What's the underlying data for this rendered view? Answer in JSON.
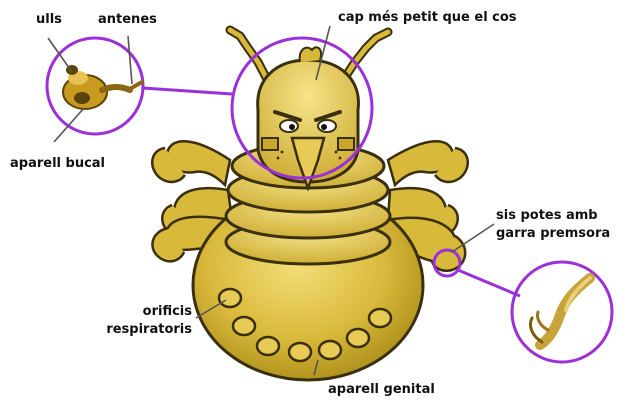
{
  "labels": {
    "eyes": "ulls",
    "antennae": "antenes",
    "head": "cap més petit que el cos",
    "mouthparts": "aparell bucal",
    "legs_line1": "sis potes amb",
    "legs_line2": "garra premsora",
    "spiracles_line1": "orificis",
    "spiracles_line2": "respiratoris",
    "genital": "aparell genital"
  },
  "colors": {
    "body": "#D9B93A",
    "body_dark": "#A88A18",
    "outline": "#3A3010",
    "ring": "#9B30D9",
    "leader": "#555555"
  },
  "icons": {
    "head_zoom": "head-zoom-icon",
    "claw_zoom": "claw-zoom-icon"
  }
}
